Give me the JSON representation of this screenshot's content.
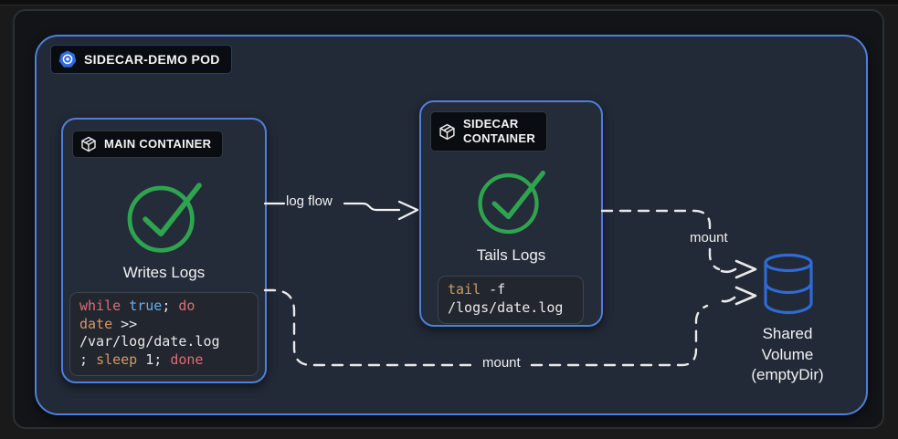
{
  "pod": {
    "label": "SIDECAR-DEMO POD"
  },
  "main_container": {
    "label": "MAIN CONTAINER",
    "status": "Writes Logs",
    "code": [
      [
        {
          "t": "while",
          "c": "red"
        },
        {
          "t": " ",
          "c": "fg"
        },
        {
          "t": "true",
          "c": "blue"
        },
        {
          "t": "; ",
          "c": "fg"
        },
        {
          "t": "do",
          "c": "red"
        }
      ],
      [
        {
          "t": "date",
          "c": "orange"
        },
        {
          "t": " >>",
          "c": "fg"
        }
      ],
      [
        {
          "t": "/var/log/date.log",
          "c": "fg"
        }
      ],
      [
        {
          "t": "; ",
          "c": "fg"
        },
        {
          "t": "sleep",
          "c": "orange"
        },
        {
          "t": " 1; ",
          "c": "fg"
        },
        {
          "t": "done",
          "c": "red"
        }
      ]
    ]
  },
  "sidecar_container": {
    "label": "SIDECAR\nCONTAINER",
    "status": "Tails Logs",
    "code": [
      [
        {
          "t": "tail",
          "c": "orange"
        },
        {
          "t": " -f",
          "c": "fg"
        }
      ],
      [
        {
          "t": "/logs/date.log",
          "c": "fg"
        }
      ]
    ]
  },
  "connectors": {
    "log_flow": "log flow",
    "mount_top": "mount",
    "mount_bottom": "mount"
  },
  "volume": {
    "label": "Shared\nVolume\n(emptyDir)"
  },
  "icons": {
    "pod_badge": "kubernetes-icon",
    "container_badge": "package-icon",
    "container_status": "check-circle-icon",
    "volume": "database-icon"
  },
  "colors": {
    "accent_blue": "#4e80da",
    "green": "#2fa44f",
    "volume_blue": "#2e6bd6",
    "code_red": "#e06c75",
    "code_blue": "#61afef",
    "code_orange": "#d19a66",
    "code_fg": "#e8e8e8"
  }
}
